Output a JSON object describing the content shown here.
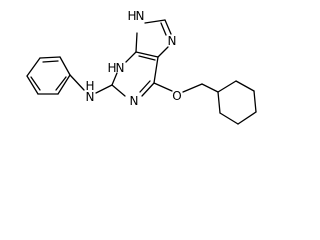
{
  "structure": {
    "atoms": {
      "n9": {
        "symbol": "N",
        "hydrogen": "H",
        "hydrogen_side": "left"
      },
      "n7": {
        "symbol": "N"
      },
      "n3": {
        "symbol": "N",
        "hydrogen": "H",
        "hydrogen_side": "left"
      },
      "n_amine": {
        "symbol": "N",
        "hydrogen": "H",
        "hydrogen_side": "top"
      },
      "n1": {
        "symbol": "N"
      },
      "o_ether": {
        "symbol": "O"
      }
    }
  }
}
